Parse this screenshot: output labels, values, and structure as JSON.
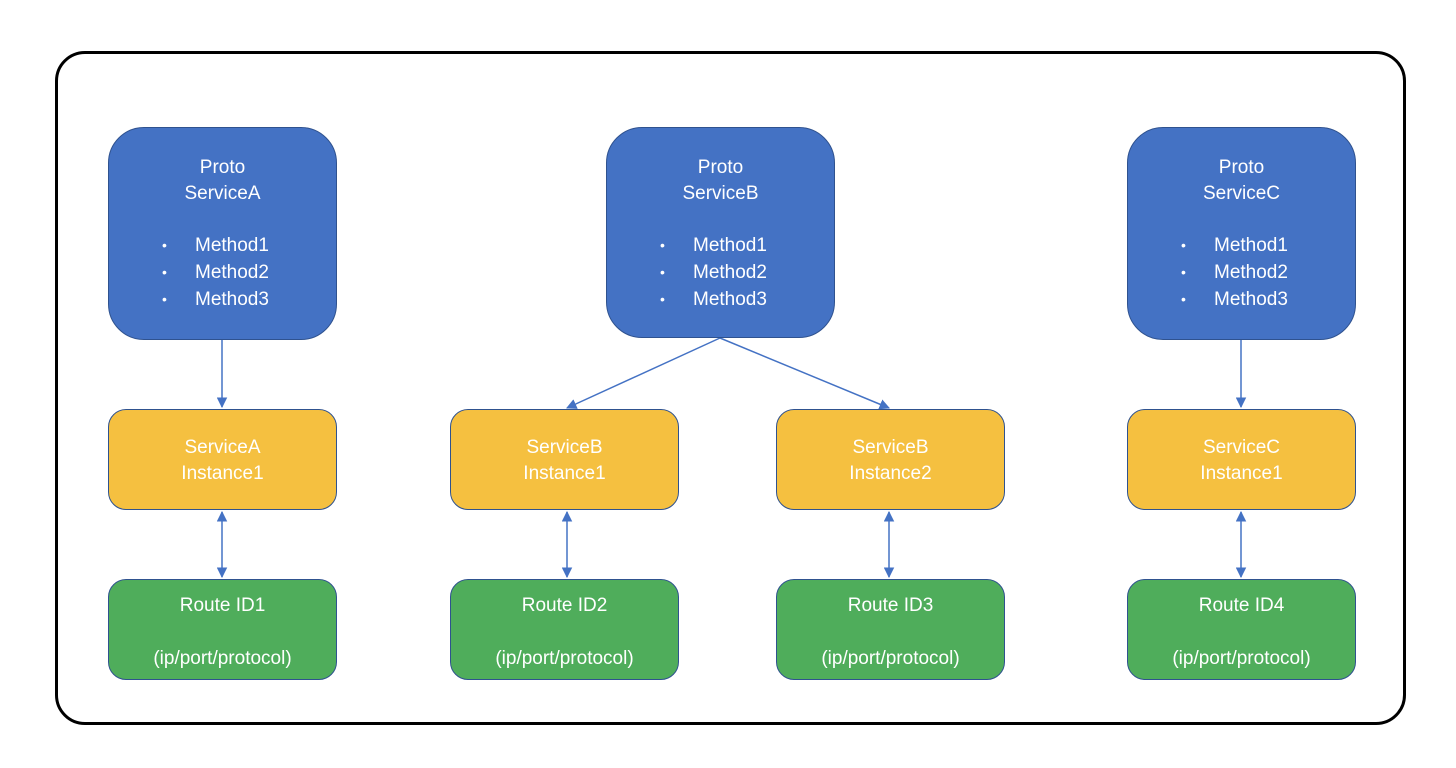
{
  "colors": {
    "proto_fill": "#4472c4",
    "instance_fill": "#f5c040",
    "route_fill": "#4fad5b",
    "connector": "#4472c4",
    "frame": "#000000"
  },
  "protos": [
    {
      "line1": "Proto",
      "line2": "ServiceA",
      "methods": [
        "Method1",
        "Method2",
        "Method3"
      ]
    },
    {
      "line1": "Proto",
      "line2": "ServiceB",
      "methods": [
        "Method1",
        "Method2",
        "Method3"
      ]
    },
    {
      "line1": "Proto",
      "line2": "ServiceC",
      "methods": [
        "Method1",
        "Method2",
        "Method3"
      ]
    }
  ],
  "instances": [
    {
      "line1": "ServiceA",
      "line2": "Instance1"
    },
    {
      "line1": "ServiceB",
      "line2": "Instance1"
    },
    {
      "line1": "ServiceB",
      "line2": "Instance2"
    },
    {
      "line1": "ServiceC",
      "line2": "Instance1"
    }
  ],
  "routes": [
    {
      "name": "Route ID1",
      "detail": "(ip/port/protocol)"
    },
    {
      "name": "Route ID2",
      "detail": "(ip/port/protocol)"
    },
    {
      "name": "Route ID3",
      "detail": "(ip/port/protocol)"
    },
    {
      "name": "Route ID4",
      "detail": "(ip/port/protocol)"
    }
  ],
  "bullet_glyph": "•"
}
